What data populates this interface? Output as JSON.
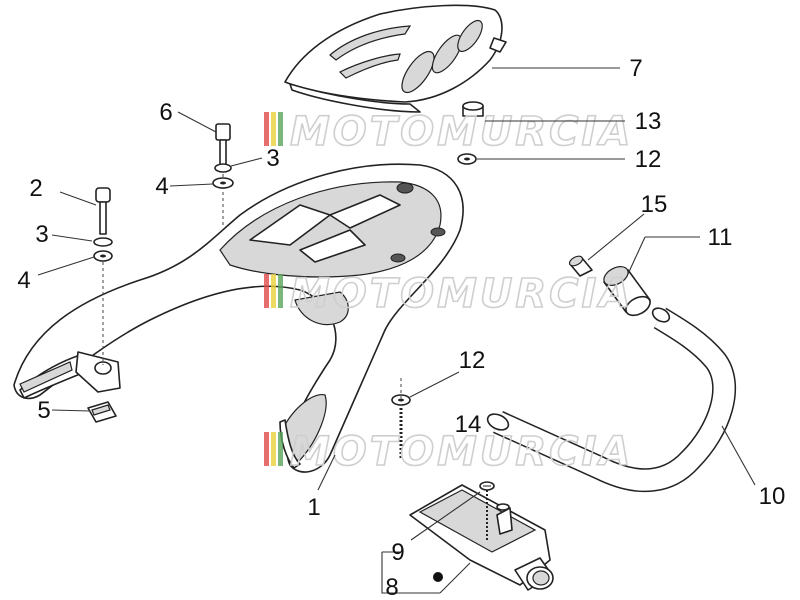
{
  "watermark": {
    "text": "MOTOMURCIA"
  },
  "colors": {
    "watermark_red": "#e04a4a",
    "watermark_yellow": "#e8d23a",
    "watermark_green": "#5aa55a"
  },
  "callouts": {
    "c1": "1",
    "c2": "2",
    "c3a": "3",
    "c3b": "3",
    "c4a": "4",
    "c4b": "4",
    "c5": "5",
    "c6": "6",
    "c7": "7",
    "c8": "8",
    "c9": "9",
    "c10": "10",
    "c11": "11",
    "c12a": "12",
    "c12b": "12",
    "c13": "13",
    "c14": "14",
    "c15": "15"
  }
}
